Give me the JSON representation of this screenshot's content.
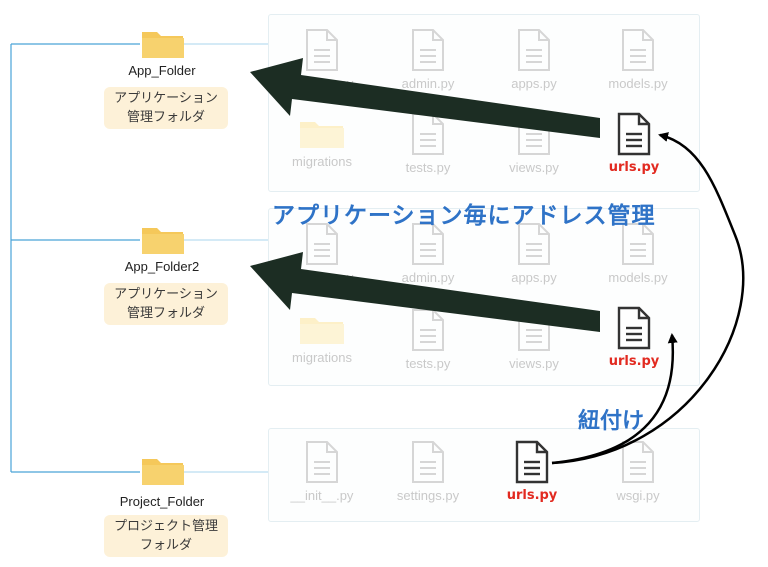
{
  "project_folders": [
    {
      "name": "App_Folder",
      "note_line1": "アプリケーション",
      "note_line2": "管理フォルダ"
    },
    {
      "name": "App_Folder2",
      "note_line1": "アプリケーション",
      "note_line2": "管理フォルダ"
    },
    {
      "name": "Project_Folder",
      "note_line1": "プロジェクト管理",
      "note_line2": "フォルダ"
    }
  ],
  "app_panel_1": {
    "files": [
      "__init__.py",
      "admin.py",
      "apps.py",
      "models.py",
      "migrations",
      "tests.py",
      "views.py",
      "urls.py"
    ]
  },
  "app_panel_2": {
    "files": [
      "__init__.py",
      "admin.py",
      "apps.py",
      "models.py",
      "migrations",
      "tests.py",
      "views.py",
      "urls.py"
    ]
  },
  "project_panel": {
    "files": [
      "__init__.py",
      "settings.py",
      "urls.py",
      "wsgi.py"
    ]
  },
  "annotations": {
    "per_app_routing": "アプリケーション毎にアドレス管理",
    "link": "紐付け"
  },
  "colors": {
    "highlight_text": "#e22a20",
    "heading_text": "#2f73c7",
    "big_arrow": "#1c2d23",
    "tree_line": "#4aa3d8",
    "folder": "#f5c85a"
  }
}
